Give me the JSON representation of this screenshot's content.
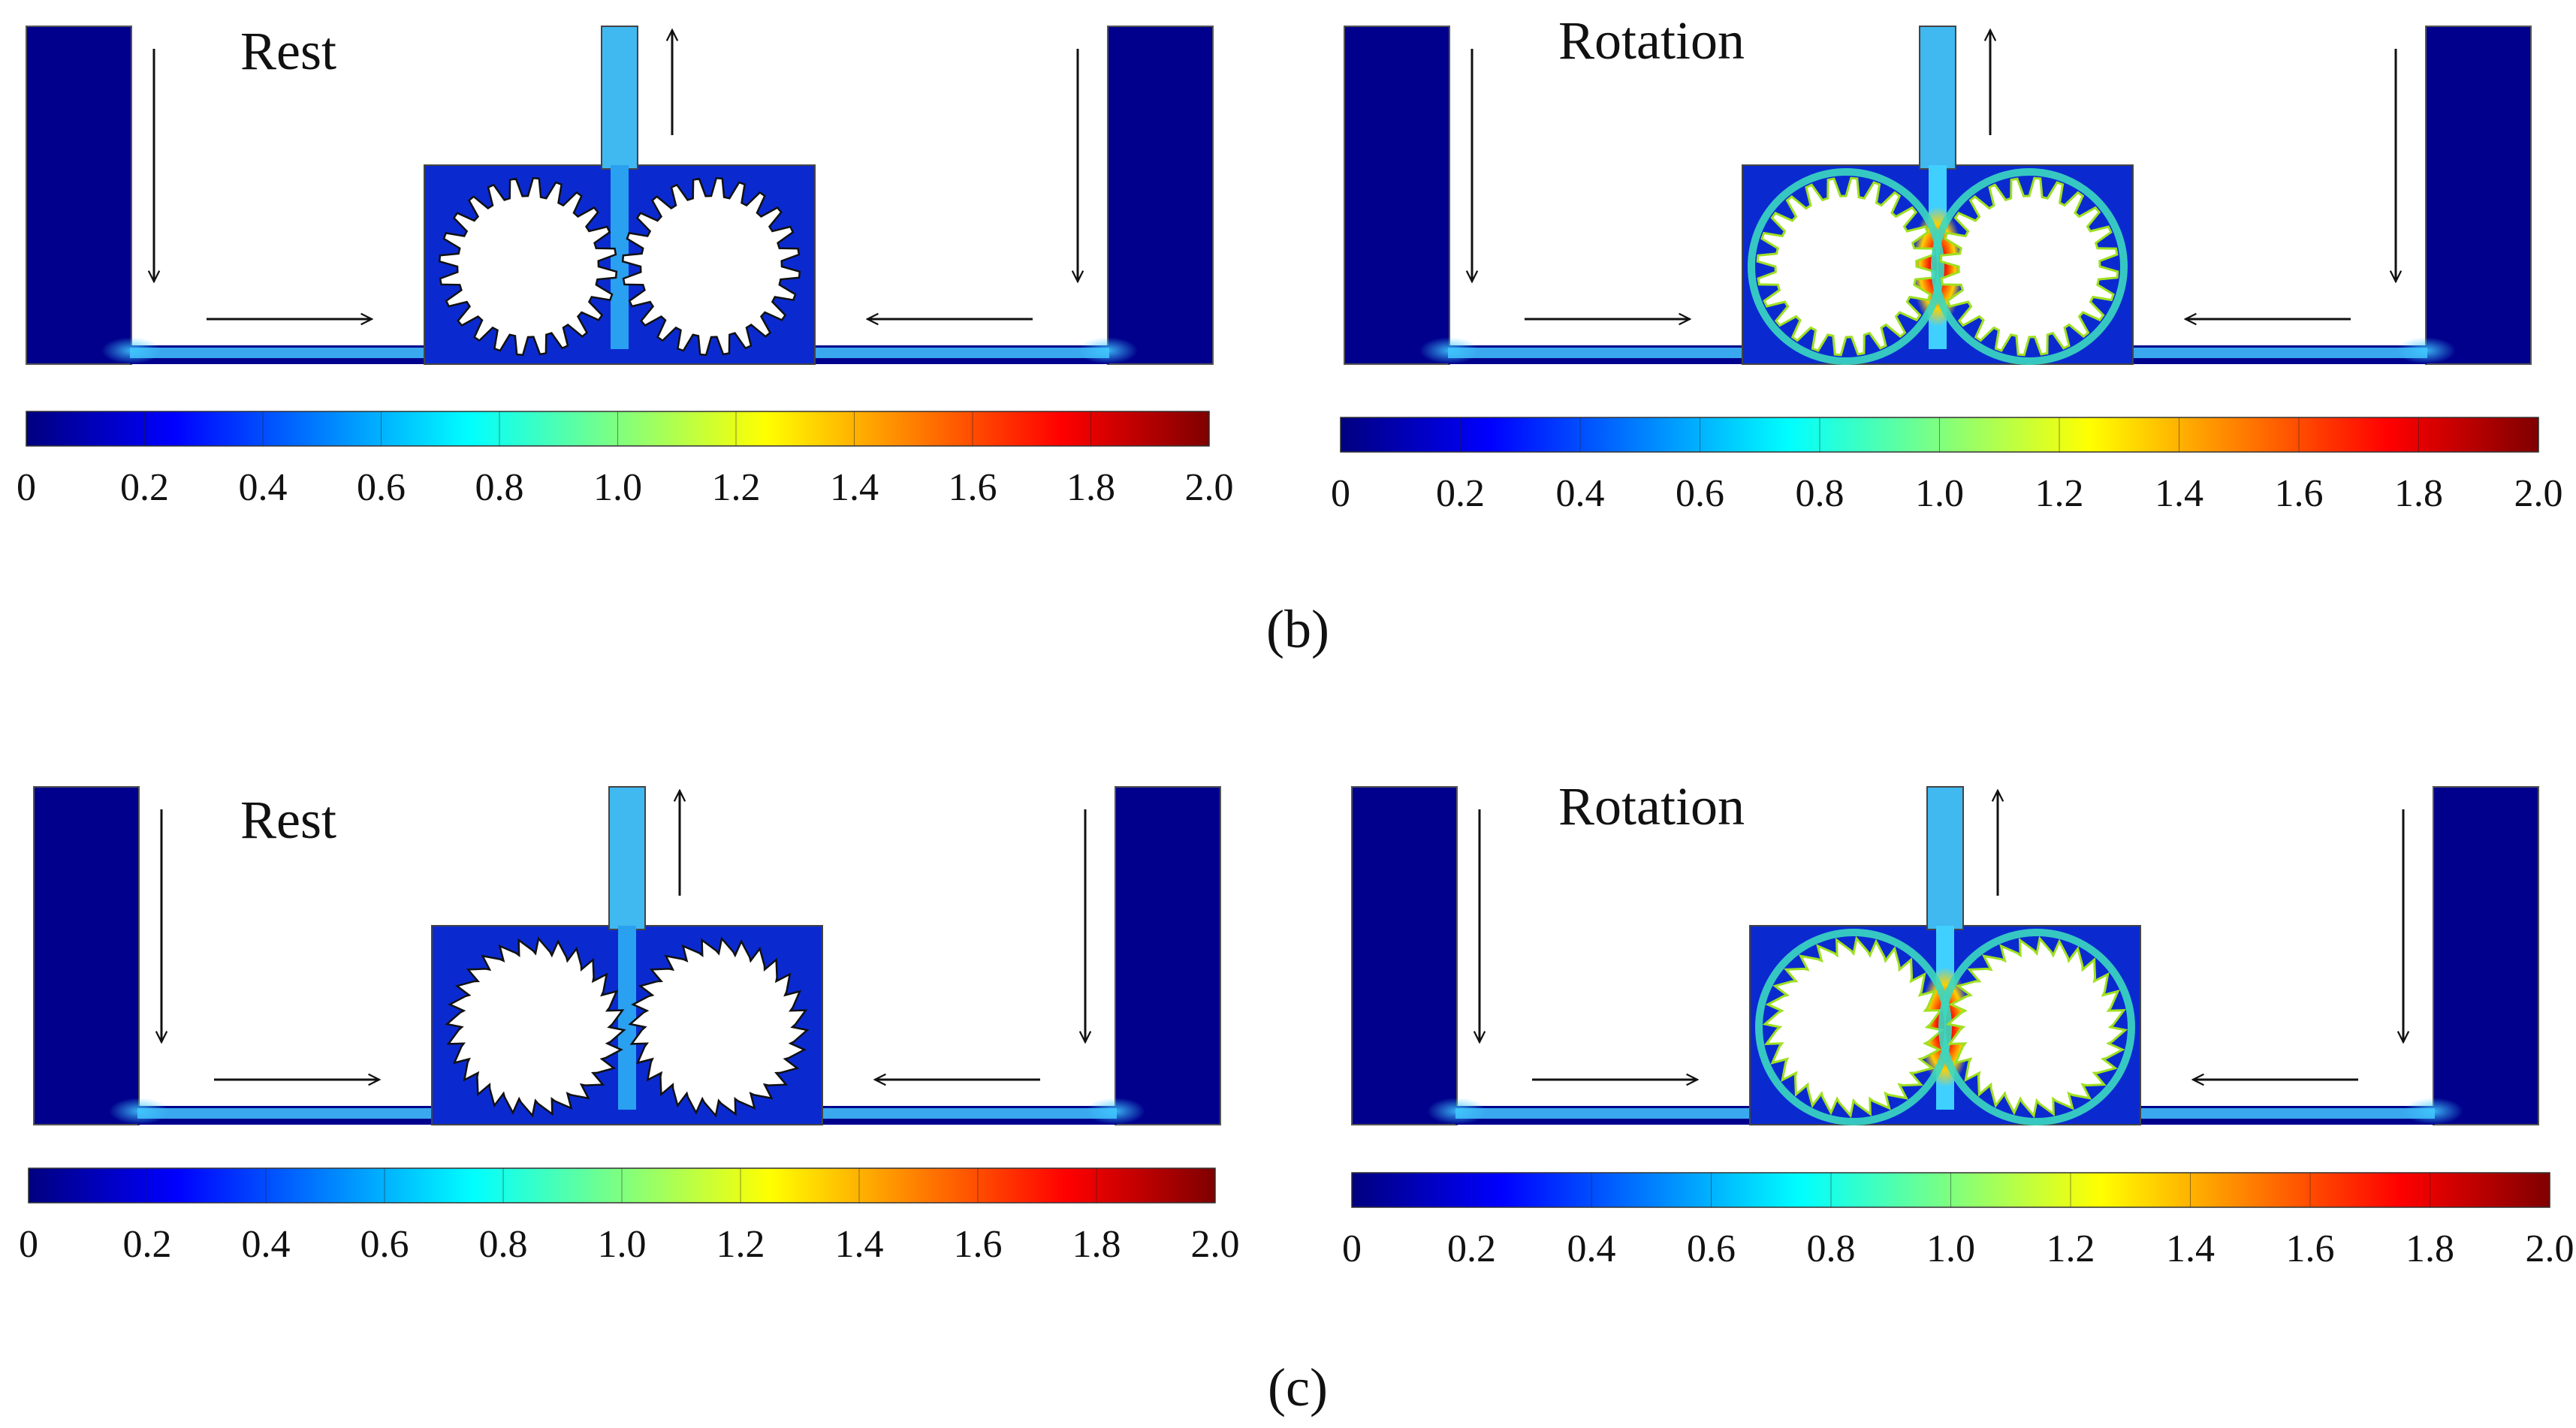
{
  "rows": [
    {
      "caption": "(b)",
      "panels": [
        {
          "label": "Rest",
          "state": "rest",
          "gear": "spur"
        },
        {
          "label": "Rotation",
          "state": "rotation",
          "gear": "spur"
        }
      ]
    },
    {
      "caption": "(c)",
      "panels": [
        {
          "label": "Rest",
          "state": "rest",
          "gear": "sawtooth"
        },
        {
          "label": "Rotation",
          "state": "rotation",
          "gear": "sawtooth"
        }
      ]
    }
  ],
  "colorbar": {
    "ticks": [
      "0",
      "0.2",
      "0.4",
      "0.6",
      "0.8",
      "1.0",
      "1.2",
      "1.4",
      "1.6",
      "1.8",
      "2.0"
    ],
    "min": 0,
    "max": 2.0,
    "colormap": [
      "#00007f",
      "#0000ff",
      "#007fff",
      "#00ffff",
      "#7fff7f",
      "#ffff00",
      "#ff7f00",
      "#ff0000",
      "#7f0000"
    ]
  },
  "colors": {
    "background": "#00008c",
    "channel": "#3aa8ee",
    "outlet": "#40b8f0",
    "chamber": "#0a2ad0",
    "hot": "#d40000"
  }
}
